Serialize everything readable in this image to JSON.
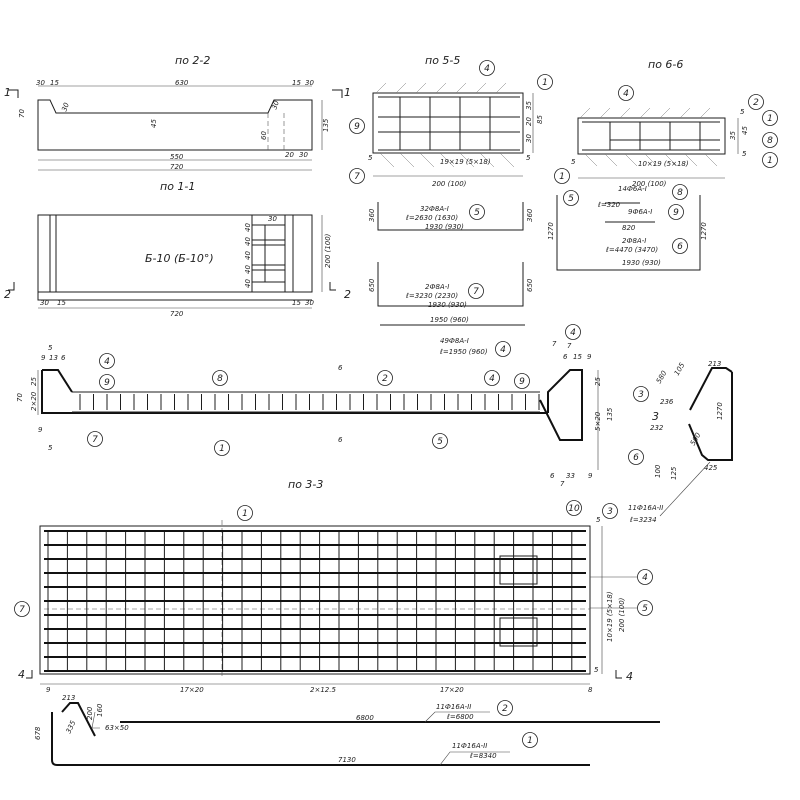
{
  "section_2_2": {
    "title": "по 2-2",
    "cut": "1",
    "dims_top": [
      "30",
      "15",
      "630",
      "15",
      "30"
    ],
    "dims_v": [
      "70",
      "30",
      "45",
      "30",
      "60",
      "135"
    ],
    "dims_bottom": [
      "20",
      "30",
      "550",
      "720"
    ]
  },
  "section_1_1": {
    "title": "по 1-1",
    "mark": "Б-10 (Б-10°)",
    "cut": "2",
    "dims": [
      "30",
      "15",
      "15",
      "30",
      "720",
      "200 (100)",
      "30",
      "40",
      "40",
      "40",
      "40",
      "40"
    ]
  },
  "section_5_5": {
    "title": "по 5-5",
    "callouts": [
      "4",
      "1",
      "9",
      "7",
      "1"
    ],
    "dims": [
      "35",
      "20",
      "30",
      "85",
      "5",
      "5",
      "19×19 (5×18)",
      "200 (100)"
    ]
  },
  "section_6_6": {
    "title": "по 6-6",
    "callouts": [
      "4",
      "2",
      "1",
      "8",
      "1"
    ],
    "dims": [
      "35",
      "45",
      "5",
      "5",
      "5",
      "10×19 (5×18)",
      "200 (100)"
    ]
  },
  "bars": {
    "b5": {
      "spec": "32Ф8А-I",
      "len": "ℓ=2630 (1630)",
      "width": "1930 (930)",
      "h": "360",
      "pos": "5"
    },
    "b7": {
      "spec": "2Ф8А-I",
      "len": "ℓ=3230 (2230)",
      "width": "1930 (930)",
      "h": "650",
      "pos": "7"
    },
    "b4": {
      "width": "1950 (960)",
      "spec": "49Ф8А-I",
      "len": "ℓ=1950 (960)",
      "pos": "4"
    },
    "b8": {
      "spec": "14Ф6А-I",
      "len": "ℓ=320",
      "pos": "8"
    },
    "b9": {
      "spec": "9Ф6А-I",
      "width": "820",
      "pos": "9"
    },
    "b6": {
      "spec": "2Ф8А-I",
      "len": "ℓ=4470 (3470)",
      "width": "1930 (930)",
      "h": "1270",
      "pos": "6"
    },
    "b5b": {
      "pos": "5"
    },
    "b3": {
      "spec": "11Ф16А-II",
      "len": "ℓ=3234",
      "pos": "3",
      "dims": [
        "213",
        "1270",
        "425",
        "580",
        "232",
        "236",
        "105",
        "500",
        "100",
        "125"
      ]
    }
  },
  "long_section": {
    "cuts": [
      "5",
      "5",
      "6",
      "6",
      "7",
      "7",
      "3"
    ],
    "callouts": [
      "4",
      "9",
      "7",
      "8",
      "1",
      "2",
      "4",
      "5",
      "4",
      "9",
      "3",
      "6",
      "10"
    ],
    "dims": [
      "9",
      "13",
      "6",
      "25",
      "2×20",
      "70",
      "9",
      "6",
      "15",
      "9",
      "25",
      "5×20",
      "135",
      "6",
      "33",
      "9",
      "7"
    ]
  },
  "section_3_3": {
    "title": "по 3-3",
    "callouts": [
      "1",
      "7",
      "4",
      "5"
    ],
    "cut": "4",
    "dims": [
      "9",
      "17×20",
      "2×12.5",
      "17×20",
      "8",
      "10×19 (5×18)",
      "200 (100)",
      "5",
      "5"
    ]
  },
  "bottom_bars": {
    "b2": {
      "spec": "11Ф16А-II",
      "len": "ℓ=6800",
      "run": "6800",
      "pos": "2"
    },
    "b1": {
      "spec": "11Ф16А-II",
      "len": "ℓ=8340",
      "run": "7130",
      "pos": "1"
    },
    "dims": [
      "213",
      "678",
      "200",
      "160",
      "63×50",
      "335"
    ]
  }
}
